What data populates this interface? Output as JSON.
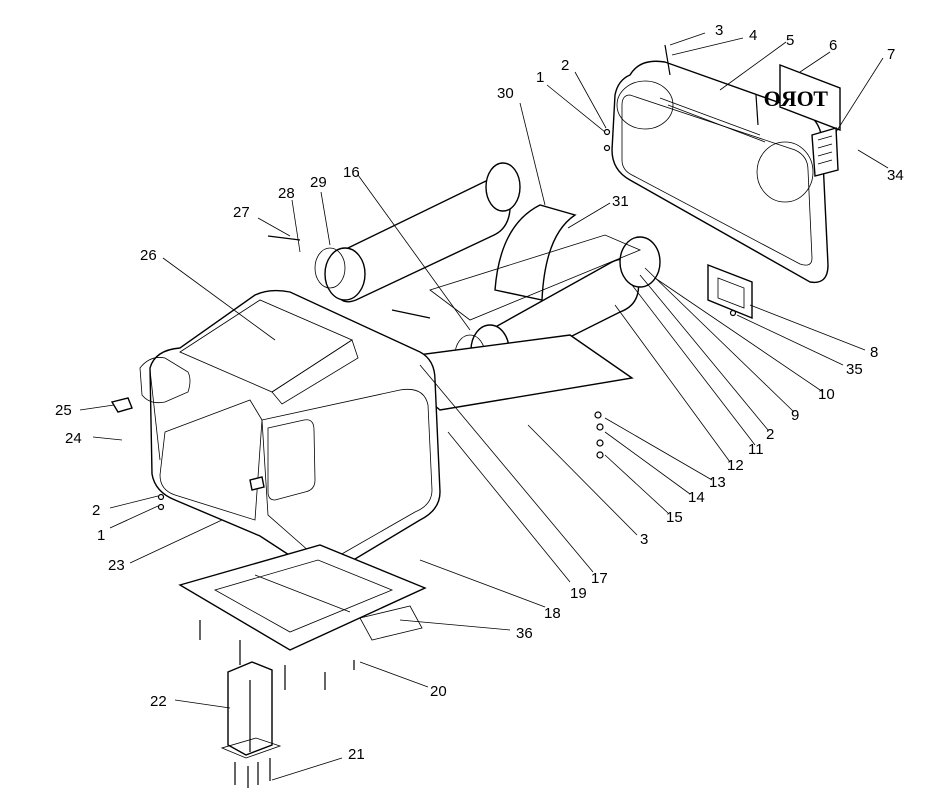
{
  "logo": {
    "text": "TORO",
    "mirrored": true
  },
  "callouts": [
    {
      "id": "c1a",
      "label": "1"
    },
    {
      "id": "c2a",
      "label": "2"
    },
    {
      "id": "c3a",
      "label": "3"
    },
    {
      "id": "c4",
      "label": "4"
    },
    {
      "id": "c5",
      "label": "5"
    },
    {
      "id": "c6",
      "label": "6"
    },
    {
      "id": "c7",
      "label": "7"
    },
    {
      "id": "c34",
      "label": "34"
    },
    {
      "id": "c30",
      "label": "30"
    },
    {
      "id": "c16",
      "label": "16"
    },
    {
      "id": "c29",
      "label": "29"
    },
    {
      "id": "c28",
      "label": "28"
    },
    {
      "id": "c27",
      "label": "27"
    },
    {
      "id": "c26",
      "label": "26"
    },
    {
      "id": "c31",
      "label": "31"
    },
    {
      "id": "c8",
      "label": "8"
    },
    {
      "id": "c35",
      "label": "35"
    },
    {
      "id": "c10",
      "label": "10"
    },
    {
      "id": "c9",
      "label": "9"
    },
    {
      "id": "c2b",
      "label": "2"
    },
    {
      "id": "c11",
      "label": "11"
    },
    {
      "id": "c12",
      "label": "12"
    },
    {
      "id": "c13",
      "label": "13"
    },
    {
      "id": "c14",
      "label": "14"
    },
    {
      "id": "c15",
      "label": "15"
    },
    {
      "id": "c3b",
      "label": "3"
    },
    {
      "id": "c17",
      "label": "17"
    },
    {
      "id": "c19",
      "label": "19"
    },
    {
      "id": "c18",
      "label": "18"
    },
    {
      "id": "c36",
      "label": "36"
    },
    {
      "id": "c20",
      "label": "20"
    },
    {
      "id": "c21",
      "label": "21"
    },
    {
      "id": "c22",
      "label": "22"
    },
    {
      "id": "c23",
      "label": "23"
    },
    {
      "id": "c1b",
      "label": "1"
    },
    {
      "id": "c2c",
      "label": "2"
    },
    {
      "id": "c24",
      "label": "24"
    },
    {
      "id": "c25",
      "label": "25"
    }
  ]
}
